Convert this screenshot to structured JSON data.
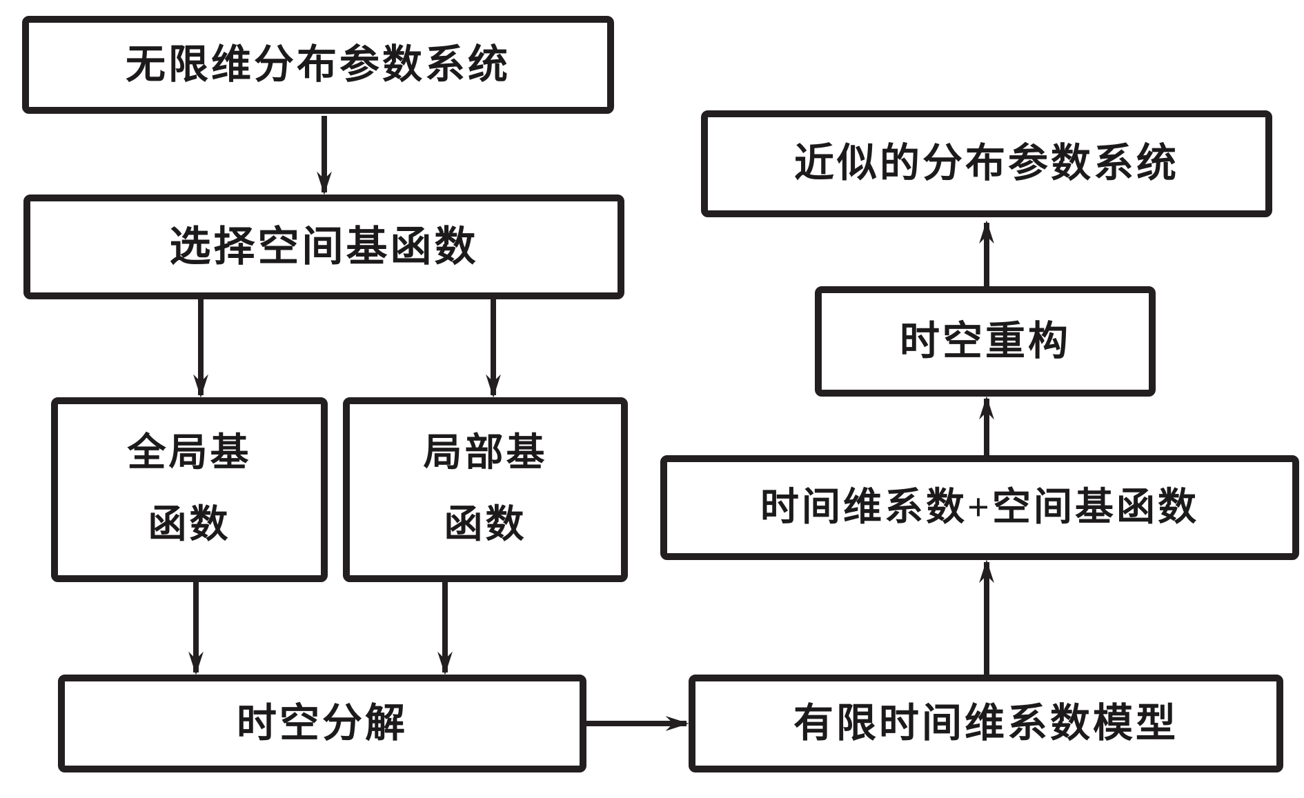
{
  "figure": {
    "type": "flowchart",
    "background_color": "#ffffff",
    "ink_color": "#231f20",
    "nodes": {
      "infinite": {
        "label": "无限维分布参数系统"
      },
      "select": {
        "label": "选择空间基函数"
      },
      "global": {
        "line1": "全局基",
        "line2": "函数"
      },
      "local": {
        "line1": "局部基",
        "line2": "函数"
      },
      "decompose": {
        "label": "时空分解"
      },
      "finite": {
        "label": "有限时间维系数模型"
      },
      "coeff_basis": {
        "label": "时间维系数+空间基函数"
      },
      "reconstruct": {
        "label": "时空重构"
      },
      "approx": {
        "label": "近似的分布参数系统"
      }
    },
    "edges": [
      {
        "from": "infinite",
        "to": "select"
      },
      {
        "from": "select",
        "to": "global"
      },
      {
        "from": "select",
        "to": "local"
      },
      {
        "from": "global",
        "to": "decompose"
      },
      {
        "from": "local",
        "to": "decompose"
      },
      {
        "from": "decompose",
        "to": "finite"
      },
      {
        "from": "finite",
        "to": "coeff_basis"
      },
      {
        "from": "coeff_basis",
        "to": "reconstruct"
      },
      {
        "from": "reconstruct",
        "to": "approx"
      }
    ]
  }
}
